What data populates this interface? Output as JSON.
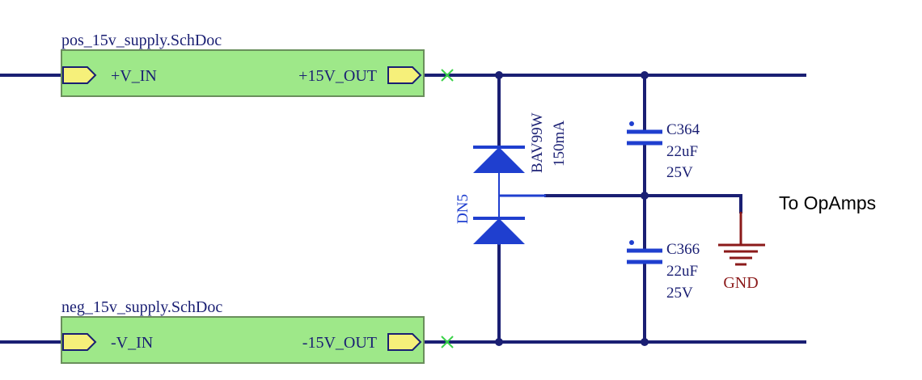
{
  "sheets": [
    {
      "file": "pos_15v_supply.SchDoc",
      "in_port": "+V_IN",
      "out_port": "+15V_OUT"
    },
    {
      "file": "neg_15v_supply.SchDoc",
      "in_port": "-V_IN",
      "out_port": "-15V_OUT"
    }
  ],
  "diode": {
    "designator": "DN5",
    "part": "BAV99W",
    "rating": "150mA"
  },
  "capacitors": [
    {
      "designator": "C364",
      "value": "22uF",
      "voltage": "25V"
    },
    {
      "designator": "C366",
      "value": "22uF",
      "voltage": "25V"
    }
  ],
  "ground": {
    "label": "GND"
  },
  "annotation": "To OpAmps",
  "colors": {
    "wire": "#1a1f73",
    "sheet_fill": "#9ee889",
    "port_fill": "#f6f07a",
    "component": "#1f3fcf",
    "ground": "#8b1a1a",
    "no_erc": "#3ad14a"
  }
}
